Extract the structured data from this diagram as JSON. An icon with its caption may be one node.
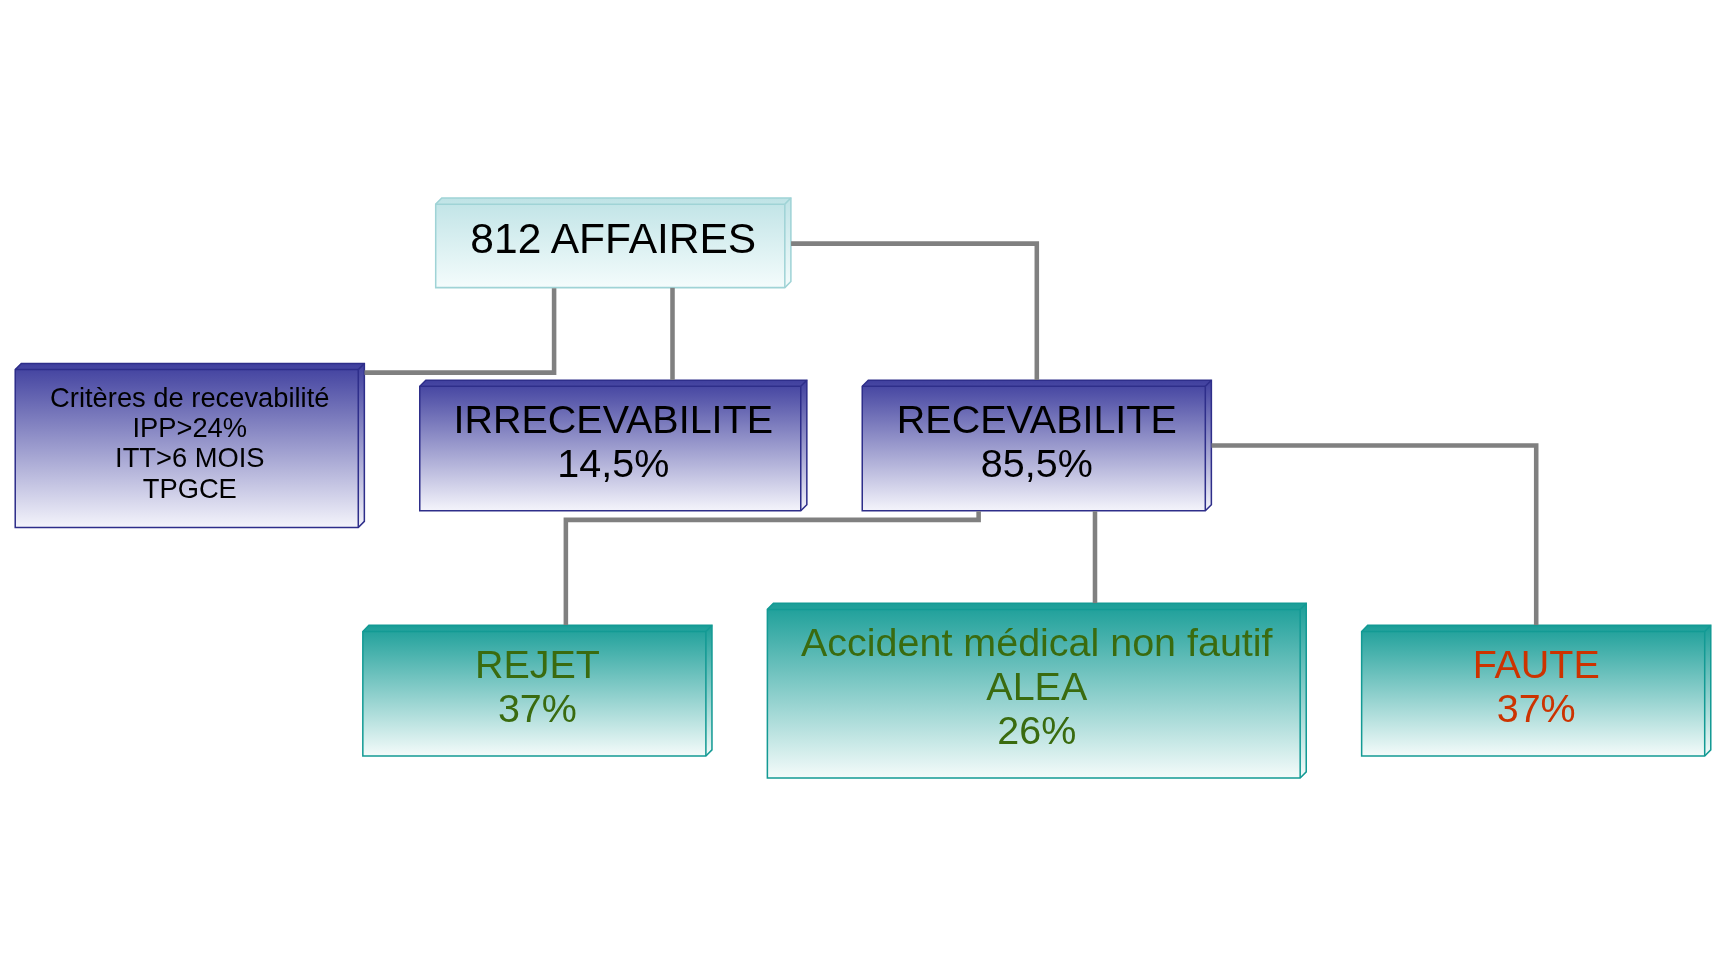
{
  "diagram": {
    "nodes": [
      {
        "text": [
          "812 AFFAIRES"
        ]
      },
      {
        "text": [
          "Critères de recevabilité",
          "IPP>24%",
          "ITT>6 MOIS",
          "TPGCE"
        ]
      },
      {
        "text": [
          "IRRECEVABILITE",
          "14,5%"
        ]
      },
      {
        "text": [
          "RECEVABILITE",
          "85,5%"
        ]
      },
      {
        "text": [
          "REJET",
          "37%"
        ]
      },
      {
        "text": [
          "Accident médical non fautif",
          "ALEA",
          "26%"
        ]
      },
      {
        "text": [
          "FAUTE",
          "37%"
        ]
      }
    ],
    "edges": [
      {
        "from": 0,
        "to": 1,
        "arrow": "none"
      },
      {
        "from": 0,
        "to": 2,
        "arrow": "none"
      },
      {
        "from": 0,
        "to": 3,
        "arrow": "none"
      },
      {
        "from": 3,
        "to": 4,
        "arrow": "none"
      },
      {
        "from": 3,
        "to": 5,
        "arrow": "none"
      },
      {
        "from": 3,
        "to": 6,
        "arrow": "none"
      }
    ]
  }
}
